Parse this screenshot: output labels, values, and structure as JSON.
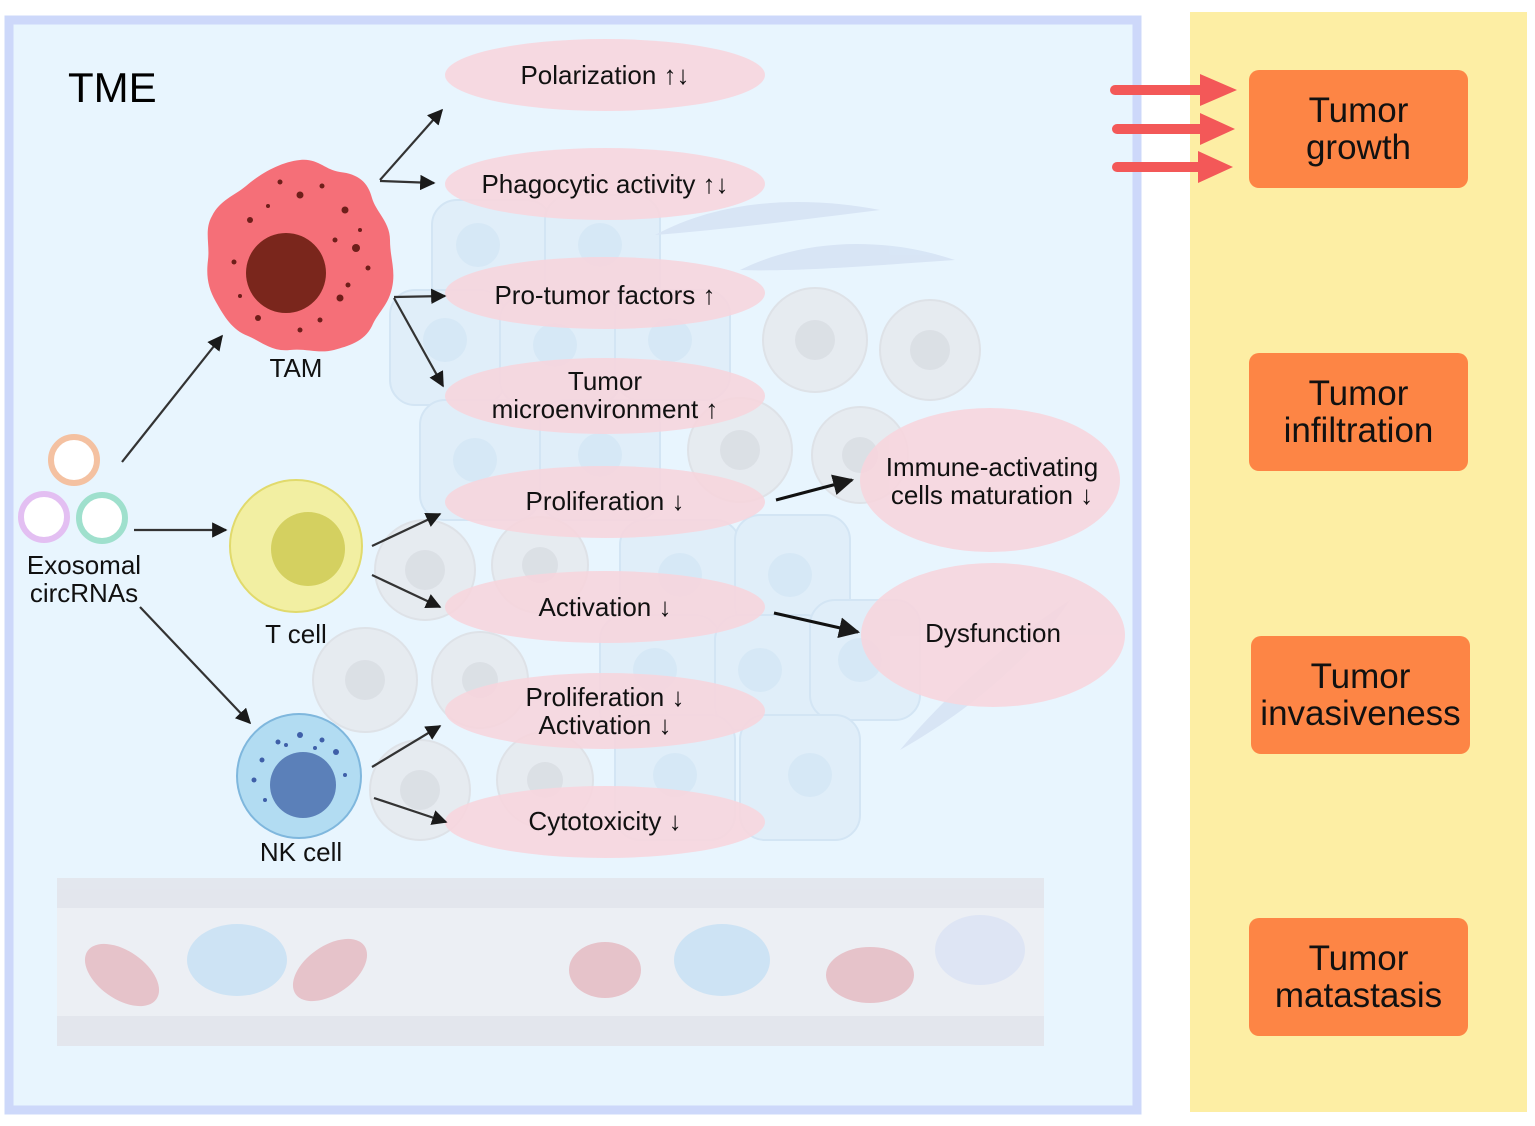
{
  "title": "TME",
  "source": {
    "line1": "Exosomal",
    "line2": "circRNAs"
  },
  "cells": {
    "tam": "TAM",
    "tcell": "T cell",
    "nkcell": "NK cell"
  },
  "effects": {
    "polarization": "Polarization ↑↓",
    "phagocytic": "Phagocytic activity ↑↓",
    "protumor": "Pro-tumor factors ↑",
    "microenv_line1": "Tumor",
    "microenv_line2": "microenvironment ↑",
    "t_proliferation": "Proliferation ↓",
    "t_activation": "Activation ↓",
    "nk_line1": "Proliferation ↓",
    "nk_line2": "Activation ↓",
    "cytotoxicity": "Cytotoxicity ↓"
  },
  "consequences": {
    "immune_line1": "Immune-activating",
    "immune_line2": "cells maturation ↓",
    "dysfunction": "Dysfunction"
  },
  "outcomes": [
    {
      "line1": "Tumor",
      "line2": "growth"
    },
    {
      "line1": "Tumor",
      "line2": "infiltration"
    },
    {
      "line1": "Tumor",
      "line2": "invasiveness"
    },
    {
      "line1": "Tumor",
      "line2": "matastasis"
    }
  ],
  "colors": {
    "tme_background": "#e8f5fe",
    "tme_border": "#cdd8fa",
    "right_panel": "#fdeea4",
    "outcome_box": "#fd8545",
    "effect_ellipse": "#f7d6de",
    "tam": "#f56f78",
    "tam_nucleus": "#7a261c",
    "tcell": "#f2efa2",
    "tcell_nucleus": "#d4d060",
    "nkcell": "#b2dcf2",
    "nkcell_nucleus": "#5b80b9",
    "red_arrow": "#f35858"
  }
}
